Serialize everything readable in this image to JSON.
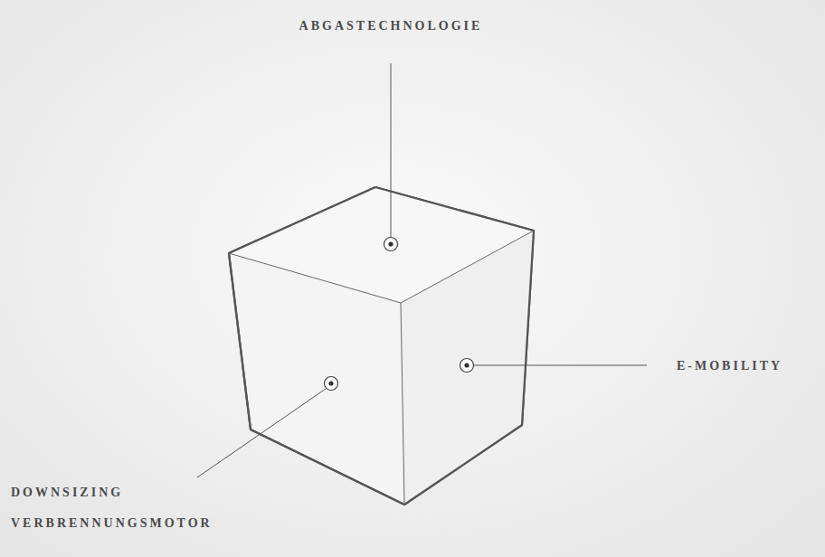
{
  "diagram": {
    "labels": [
      "ABGASTECHNOLOGIE",
      "E-MOBILITY",
      "DOWNSIZING VERBRENNUNGSMOTOR"
    ]
  }
}
